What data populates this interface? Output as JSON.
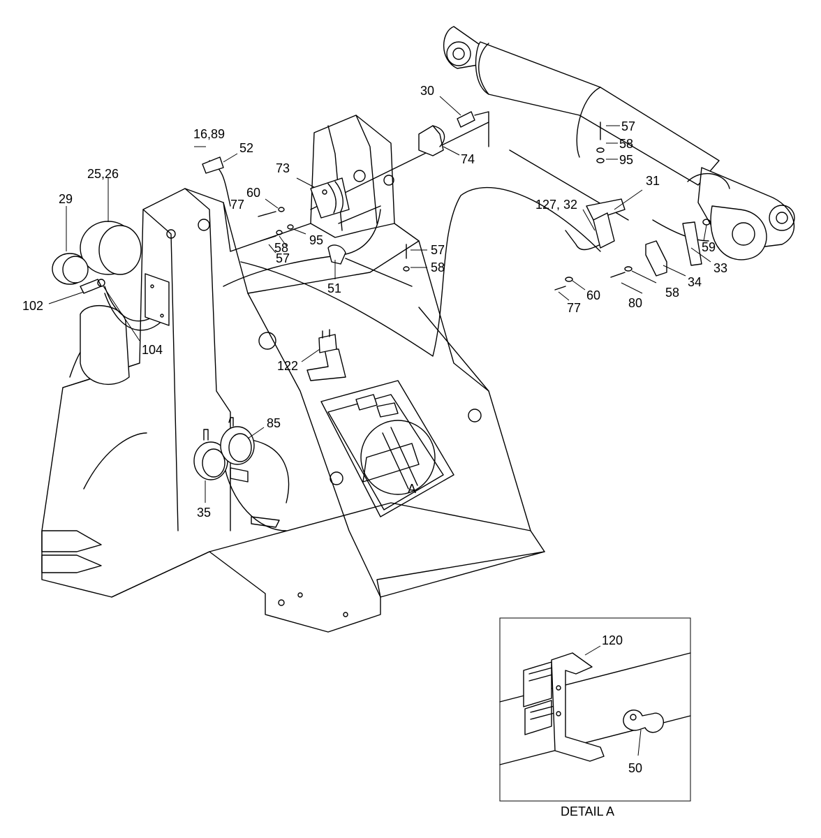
{
  "labels": {
    "l30": "30",
    "l57a": "57",
    "l58a": "58",
    "l95a": "95",
    "l1689": "16,89",
    "l52": "52",
    "l74": "74",
    "l31": "31",
    "l2526": "25,26",
    "l73": "73",
    "l60a": "60",
    "l77a": "77",
    "l12732": "127, 32",
    "l29": "29",
    "l95b": "95",
    "l58b": "58",
    "l57b": "57",
    "l57c": "57",
    "l58c": "58",
    "l59": "59",
    "l33": "33",
    "l34": "34",
    "l51": "51",
    "l60b": "60",
    "l80": "80",
    "l58d": "58",
    "l77b": "77",
    "l102": "102",
    "l104": "104",
    "l122": "122",
    "l85": "85",
    "l35": "35",
    "lA": "A",
    "l120": "120",
    "l50": "50"
  },
  "detail": {
    "caption": "DETAIL A"
  }
}
